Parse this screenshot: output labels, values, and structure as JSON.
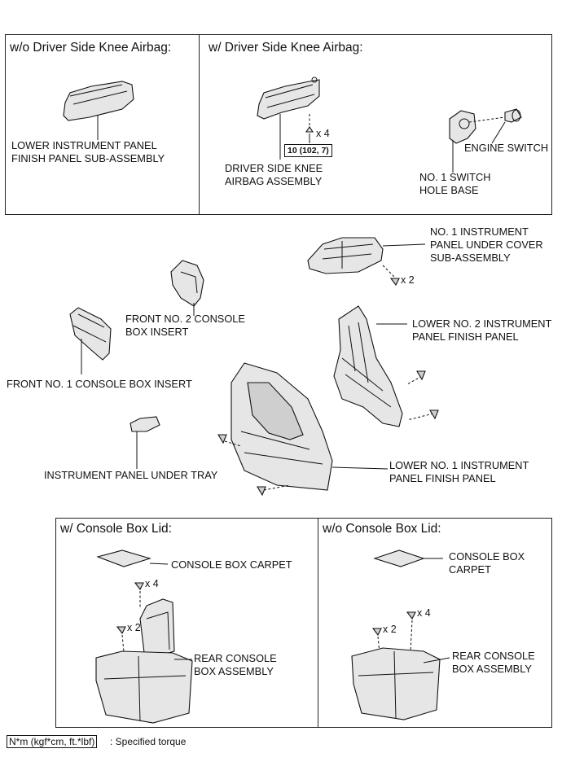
{
  "top_sections": {
    "left_header": "w/o Driver Side Knee Airbag:",
    "right_header": "w/ Driver Side Knee Airbag:"
  },
  "bottom_sections": {
    "left_header": "w/ Console Box Lid:",
    "right_header": "w/o Console Box Lid:"
  },
  "labels": {
    "lower_panel_finish_1": "LOWER INSTRUMENT PANEL",
    "lower_panel_finish_2": "FINISH PANEL SUB-ASSEMBLY",
    "knee_airbag_1": "DRIVER SIDE KNEE",
    "knee_airbag_2": "AIRBAG ASSEMBLY",
    "engine_switch": "ENGINE SWITCH",
    "switch_hole_1": "NO. 1 SWITCH",
    "switch_hole_2": "HOLE BASE",
    "under_cover_1": "NO. 1 INSTRUMENT",
    "under_cover_2": "PANEL UNDER COVER",
    "under_cover_3": "SUB-ASSEMBLY",
    "front_no2_1": "FRONT NO. 2 CONSOLE",
    "front_no2_2": "BOX INSERT",
    "lower_no2_1": "LOWER NO. 2 INSTRUMENT",
    "lower_no2_2": "PANEL FINISH PANEL",
    "front_no1": "FRONT NO. 1 CONSOLE BOX INSERT",
    "under_tray": "INSTRUMENT PANEL UNDER TRAY",
    "lower_no1_1": "LOWER NO. 1 INSTRUMENT",
    "lower_no1_2": "PANEL FINISH PANEL",
    "carpet_left": "CONSOLE BOX CARPET",
    "carpet_right_1": "CONSOLE BOX",
    "carpet_right_2": "CARPET",
    "rear_console_left_1": "REAR CONSOLE",
    "rear_console_left_2": "BOX ASSEMBLY",
    "rear_console_right_1": "REAR CONSOLE",
    "rear_console_right_2": "BOX ASSEMBLY"
  },
  "quantities": {
    "airbag_clips": "x 4",
    "under_cover_screws": "x 2",
    "left_bolts_top": "x 4",
    "left_bolts_side": "x 2",
    "right_bolts_top": "x 4",
    "right_bolts_side": "x 2"
  },
  "torque": {
    "airbag": "10 (102, 7)"
  },
  "legend": {
    "key": "N*m (kgf*cm, ft.*lbf)",
    "text": ": Specified torque"
  }
}
